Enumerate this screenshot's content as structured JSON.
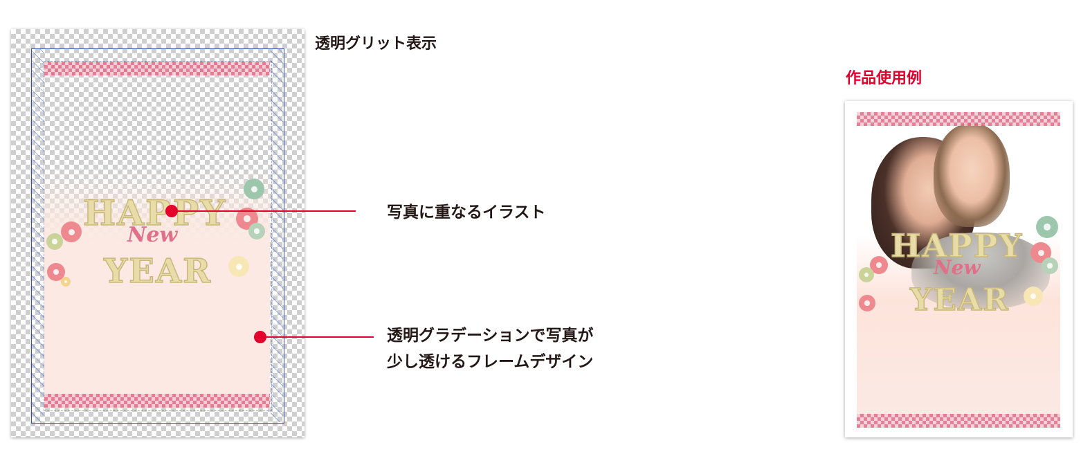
{
  "labels": {
    "transparent_grid": "透明グリット表示",
    "overlay_illustration": "写真に重なるイラスト",
    "gradient_frame_line1": "透明グラデーションで写真が",
    "gradient_frame_line2": "少し透けるフレームデザイン",
    "example_title": "作品使用例"
  },
  "design": {
    "happy": "HAPPY",
    "new": "New",
    "year": "YEAR"
  },
  "colors": {
    "accent_red": "#e3002c",
    "text": "#231815",
    "frame_pink": "#fce9e4",
    "check_pink": "#e06b86",
    "gold": "#e8dca9"
  }
}
